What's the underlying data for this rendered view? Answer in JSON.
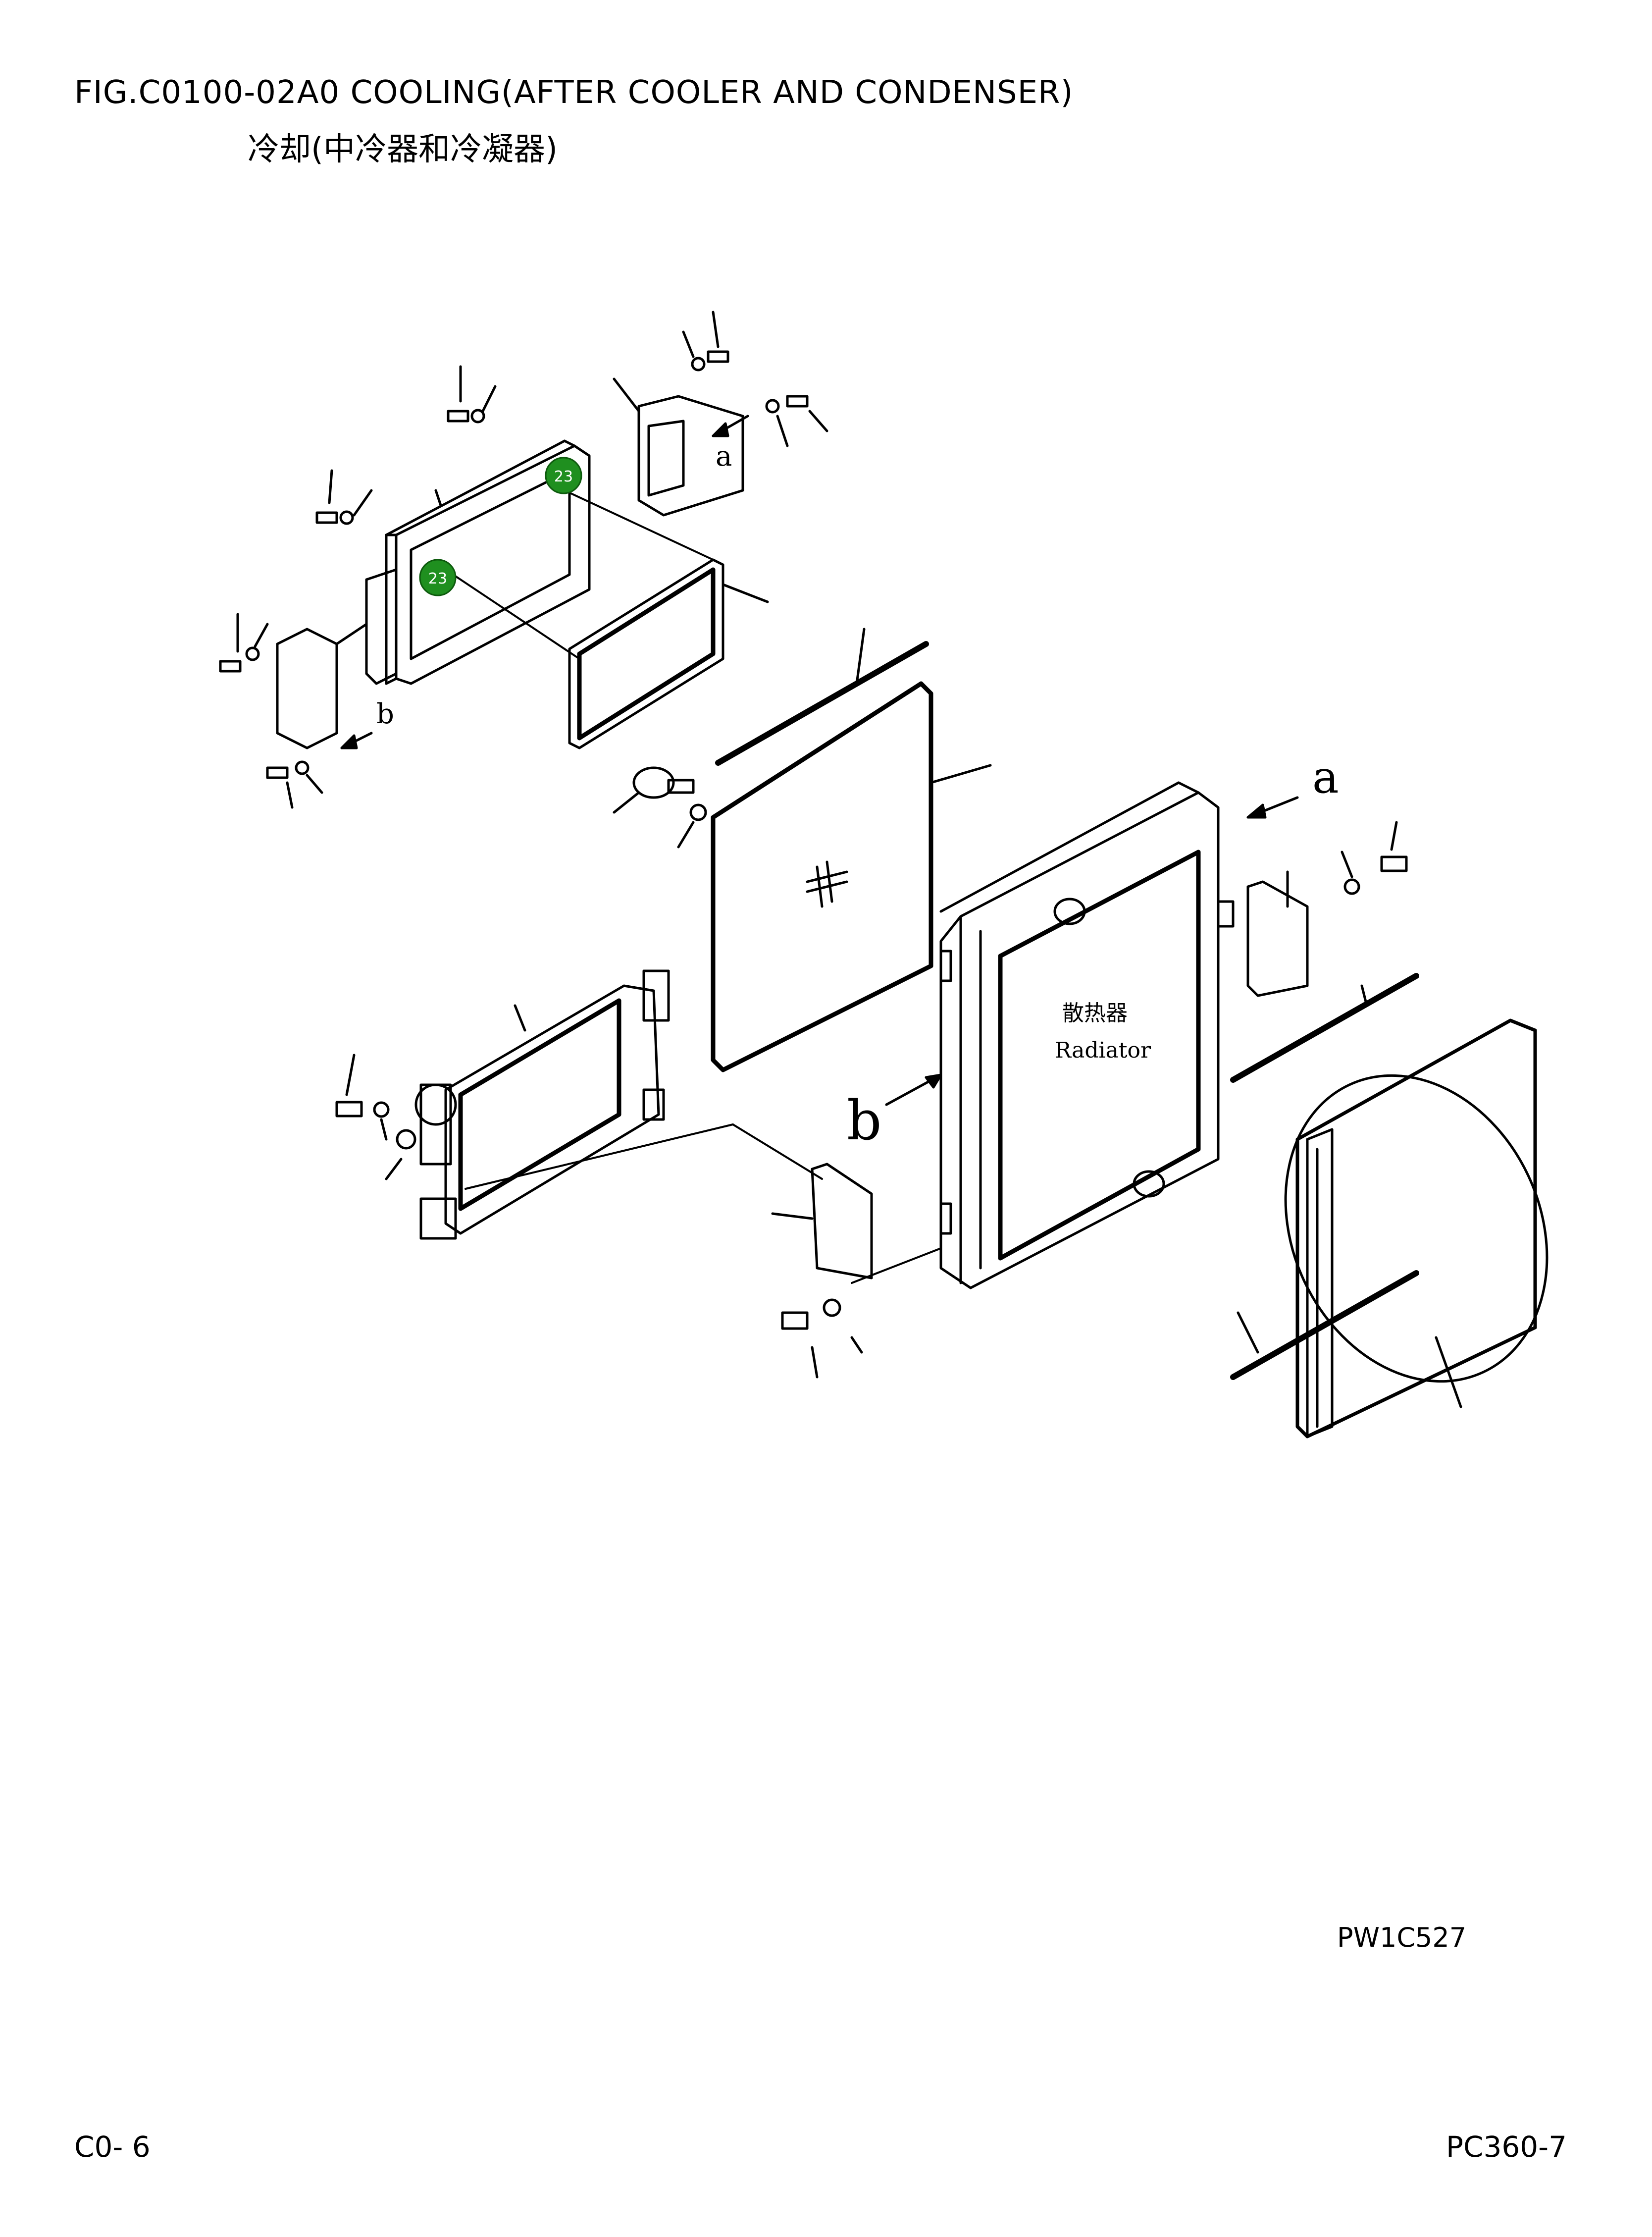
{
  "header": {
    "title": "FIG.C0100-02A0   COOLING(AFTER COOLER AND CONDENSER)",
    "title_cn": "冷却(中冷器和冷凝器)"
  },
  "diagram": {
    "radiator_label_cn": "散热器",
    "radiator_label_en": "Radiator",
    "arrow_labels": {
      "a": "a",
      "b": "b"
    },
    "callouts": [
      "23",
      "23"
    ],
    "callout_color": "#1f8f1f"
  },
  "footer": {
    "image_code": "PW1C527",
    "page_number": "C0-   6",
    "model": "PC360-7"
  }
}
